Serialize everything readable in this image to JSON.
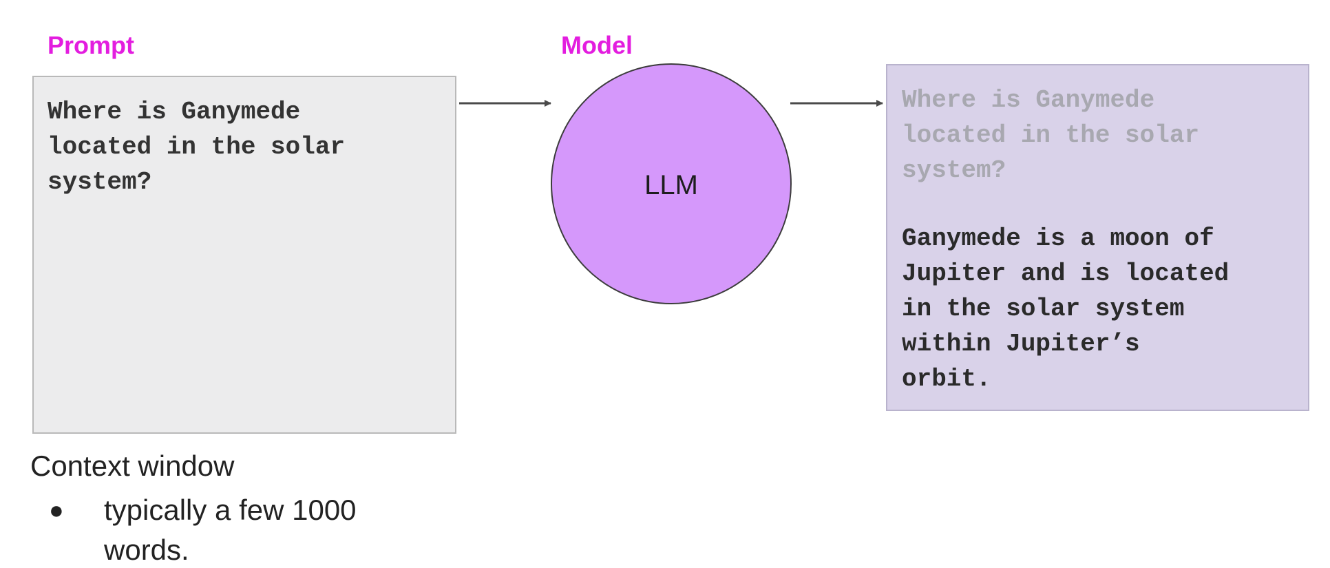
{
  "colors": {
    "accent": "#e31ddf",
    "model_fill": "#d598fb",
    "model_stroke": "#3c3c3c",
    "prompt_box_fill": "#ececed",
    "completion_box_fill": "#d9d2e9",
    "echo_text": "#a8a8b0",
    "arrow": "#4a4a4a"
  },
  "prompt": {
    "label": "Prompt",
    "text": "Where is Ganymede\nlocated in the solar\nsystem?"
  },
  "model": {
    "label": "Model",
    "name": "LLM"
  },
  "completion": {
    "echo_text": "Where is Ganymede\nlocated in the solar\nsystem?",
    "answer_text": "Ganymede is a moon of\nJupiter and is located\nin the solar system\nwithin Jupiter’s\norbit."
  },
  "context_window": {
    "title": "Context window",
    "bullets": [
      "typically a few 1000 words."
    ]
  }
}
